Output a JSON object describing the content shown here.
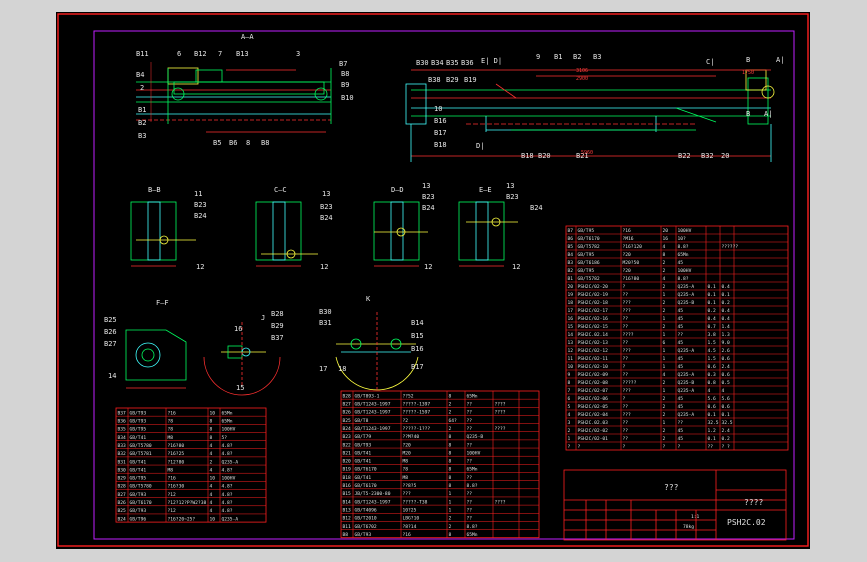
{
  "window": {
    "background": "#000000",
    "frame_color": "#ff2020",
    "border_color": "#c020ff"
  },
  "views": {
    "a_a": {
      "title": "A—A",
      "labels": [
        "B11",
        "6",
        "B12",
        "7",
        "B13",
        "3",
        "B7",
        "B8",
        "B9",
        "B10",
        "B4",
        "2",
        "B1",
        "B2",
        "B3",
        "B5",
        "B6",
        "8",
        "B8"
      ]
    },
    "main": {
      "labels": [
        "B30",
        "B34",
        "B35",
        "B36",
        "E| D|",
        "9",
        "B1",
        "B2",
        "B3",
        "C|",
        "B",
        "A|",
        "B38",
        "B29",
        "B19",
        "10",
        "B16",
        "B17",
        "B18",
        "D|",
        "B18",
        "B20",
        "B21",
        "B22",
        "B32",
        "20",
        "B",
        "A|"
      ],
      "dims": [
        "3106",
        "2900",
        "5960",
        "1750"
      ]
    },
    "sections": [
      {
        "title": "B—B",
        "labels": [
          "11",
          "B23",
          "B24",
          "12"
        ]
      },
      {
        "title": "C—C",
        "labels": [
          "13",
          "B23",
          "B24",
          "12"
        ]
      },
      {
        "title": "D—D",
        "labels": [
          "13",
          "B23",
          "B24",
          "12"
        ]
      },
      {
        "title": "E—E",
        "labels": [
          "13",
          "B23",
          "B24",
          "12"
        ]
      }
    ],
    "details": [
      {
        "title": "F—F",
        "labels": [
          "B25",
          "B26",
          "B27",
          "14"
        ]
      },
      {
        "title": "J",
        "labels": [
          "16",
          "B28",
          "B29",
          "B37",
          "15"
        ]
      },
      {
        "title": "K",
        "labels": [
          "B30",
          "B31",
          "B14",
          "B15",
          "B16",
          "B17",
          "17",
          "18"
        ]
      }
    ]
  },
  "tables": {
    "left": {
      "rows": [
        [
          "B37",
          "GB/T93",
          "?16",
          "10",
          "65Mn"
        ],
        [
          "B36",
          "GB/T93",
          "?8",
          "8",
          "65Mn"
        ],
        [
          "B35",
          "GB/T95",
          "?8",
          "8",
          "100HV"
        ],
        [
          "B34",
          "GB/T41",
          "M8",
          "8",
          "5?"
        ],
        [
          "B33",
          "GB/T5780",
          "?16?80",
          "4",
          "4.8?"
        ],
        [
          "B32",
          "GB/T5781",
          "?16?25",
          "4",
          "4.8?"
        ],
        [
          "B31",
          "GB/T41",
          "?12?80",
          "2",
          "Q235-A"
        ],
        [
          "B30",
          "GB/T41",
          "M8",
          "4",
          "4.8?"
        ],
        [
          "B29",
          "GB/T95",
          "?16",
          "10",
          "100HV"
        ],
        [
          "B28",
          "GB/T5780",
          "?16?30",
          "4",
          "4.8?"
        ],
        [
          "B27",
          "GB/T93",
          "?12",
          "4",
          "4.8?"
        ],
        [
          "B26",
          "GB/T6170",
          "?12?12?P?W2?38",
          "4",
          "4.8?"
        ],
        [
          "B25",
          "GB/T93",
          "?12",
          "4",
          "4.8?"
        ],
        [
          "B24",
          "GB/T96",
          "?16?20~25?",
          "10",
          "Q235-A"
        ]
      ]
    },
    "middle": {
      "rows": [
        [
          "B28",
          "GB/T893-1",
          "??52",
          "8",
          "65Mn",
          "",
          ""
        ],
        [
          "B27",
          "GB/T1243-1997",
          "?????-1397",
          "2",
          "??",
          "????",
          ""
        ],
        [
          "B26",
          "GB/T1243-1997",
          "?????-1597",
          "2",
          "??",
          "????",
          ""
        ],
        [
          "B25",
          "GB/T8",
          "?2",
          "64?",
          "??",
          "",
          ""
        ],
        [
          "B24",
          "GB/T1243-1997",
          "?????-1???",
          "2",
          "??",
          "????",
          ""
        ],
        [
          "B23",
          "GB/T79",
          "??M?40",
          "8",
          "Q235-B",
          ""
        ],
        [
          "B22",
          "GB/T93",
          "?20",
          "8",
          "??",
          ""
        ],
        [
          "B21",
          "GB/T41",
          "M20",
          "8",
          "100HV",
          ""
        ],
        [
          "B20",
          "GB/T41",
          "M8",
          "8",
          "??",
          ""
        ],
        [
          "B19",
          "GB/T6170",
          "?8",
          "8",
          "65Mn",
          ""
        ],
        [
          "B18",
          "GB/T41",
          "M8",
          "8",
          "??",
          ""
        ],
        [
          "B16",
          "GB/T6170",
          "??8?5",
          "8",
          "8.8?",
          ""
        ],
        [
          "B15",
          "JB/T5-2300-80",
          "???",
          "1",
          "??",
          ""
        ],
        [
          "B14",
          "GB/T1243-1997",
          "?????-T38",
          "1",
          "??",
          "????",
          ""
        ],
        [
          "B13",
          "GB/T4096",
          "10?25",
          "1",
          "??",
          ""
        ],
        [
          "B12",
          "GB/T2010",
          "LBG?10",
          "2",
          "??",
          ""
        ],
        [
          "B11",
          "GB/T6702",
          "?8?14",
          "2",
          "8.8?",
          ""
        ],
        [
          "B8",
          "GB/T93",
          "?16",
          "8",
          "65Mn",
          ""
        ]
      ]
    },
    "right": {
      "rows": [
        [
          "B7",
          "GB/T95",
          "?16",
          "20",
          "100HV",
          "",
          ""
        ],
        [
          "B6",
          "GB/T6170",
          "?M16",
          "16",
          "10?",
          "",
          ""
        ],
        [
          "B5",
          "GB/T5782",
          "?16?120",
          "4",
          "8.8?",
          "",
          "??????"
        ],
        [
          "B4",
          "GB/T95",
          "?20",
          "8",
          "65Mn",
          "",
          ""
        ],
        [
          "B3",
          "GB/T6186",
          "M20?50",
          "2",
          "45",
          "",
          ""
        ],
        [
          "B2",
          "GB/T95",
          "?20",
          "2",
          "100HV",
          "",
          ""
        ],
        [
          "B1",
          "GB/T5782",
          "?16?80",
          "4",
          "8.8?",
          "",
          ""
        ],
        [
          "20",
          "PSH2C/02-20",
          "?",
          "2",
          "Q235-A",
          "0.1",
          "0.4"
        ],
        [
          "19",
          "PSH2C/02-19",
          "??",
          "1",
          "Q235-A",
          "0.1",
          "0.1"
        ],
        [
          "18",
          "PSH2C/02-18",
          "???",
          "2",
          "Q235-B",
          "0.1",
          "0.2"
        ],
        [
          "17",
          "PSH2C/02-17",
          "???",
          "2",
          "45",
          "0.2",
          "0.4"
        ],
        [
          "16",
          "PSH2C/02-16",
          "??",
          "1",
          "45",
          "0.4",
          "0.4"
        ],
        [
          "15",
          "PSH2C/02-15",
          "??",
          "2",
          "45",
          "0.7",
          "1.4"
        ],
        [
          "14",
          "PSH2C.02.14",
          "????",
          "1",
          "??",
          "3.8",
          "1.3"
        ],
        [
          "13",
          "PSH2C/02-13",
          "??",
          "6",
          "45",
          "1.5",
          "9.0"
        ],
        [
          "12",
          "PSH2C/02-12",
          "???",
          "1",
          "Q235-A",
          "4.5",
          "2.6"
        ],
        [
          "11",
          "PSH2C/02-11",
          "??",
          "1",
          "45",
          "1.5",
          "0.6"
        ],
        [
          "10",
          "PSH2C/02-10",
          "?",
          "1",
          "45",
          "0.6",
          "2.4"
        ],
        [
          "9",
          "PSH2C/02-09",
          "??",
          "4",
          "Q235-A",
          "0.3",
          "0.6"
        ],
        [
          "8",
          "PSH2C/02-08",
          "?????",
          "2",
          "Q235-B",
          "0.8",
          "0.5"
        ],
        [
          "7",
          "PSH2C/02-07",
          "???",
          "1",
          "Q235-A",
          "4",
          "4"
        ],
        [
          "6",
          "PSH2C/02-06",
          "?",
          "2",
          "45",
          "5.6",
          "5.6"
        ],
        [
          "5",
          "PSH2C/02-05",
          "??",
          "2",
          "45",
          "0.6",
          "0.6"
        ],
        [
          "4",
          "PSH2C/02-04",
          "???",
          "2",
          "Q235-A",
          "0.1",
          "0.1"
        ],
        [
          "3",
          "PSH2C.02.03",
          "??",
          "1",
          "??",
          "32.5",
          "32.5"
        ],
        [
          "2",
          "PSH2C/02-02",
          "??",
          "2",
          "45",
          "1.2",
          "2.4"
        ],
        [
          "1",
          "PSH2C/02-01",
          "??",
          "2",
          "45",
          "0.1",
          "0.2"
        ],
        [
          "?",
          "?",
          "?",
          "?",
          "?",
          "??",
          "? ?"
        ]
      ]
    }
  },
  "title_block": {
    "name": "???",
    "company": "????",
    "drawing_no": "PSH2C.02",
    "scale": "1:1",
    "weight": "78kg"
  }
}
